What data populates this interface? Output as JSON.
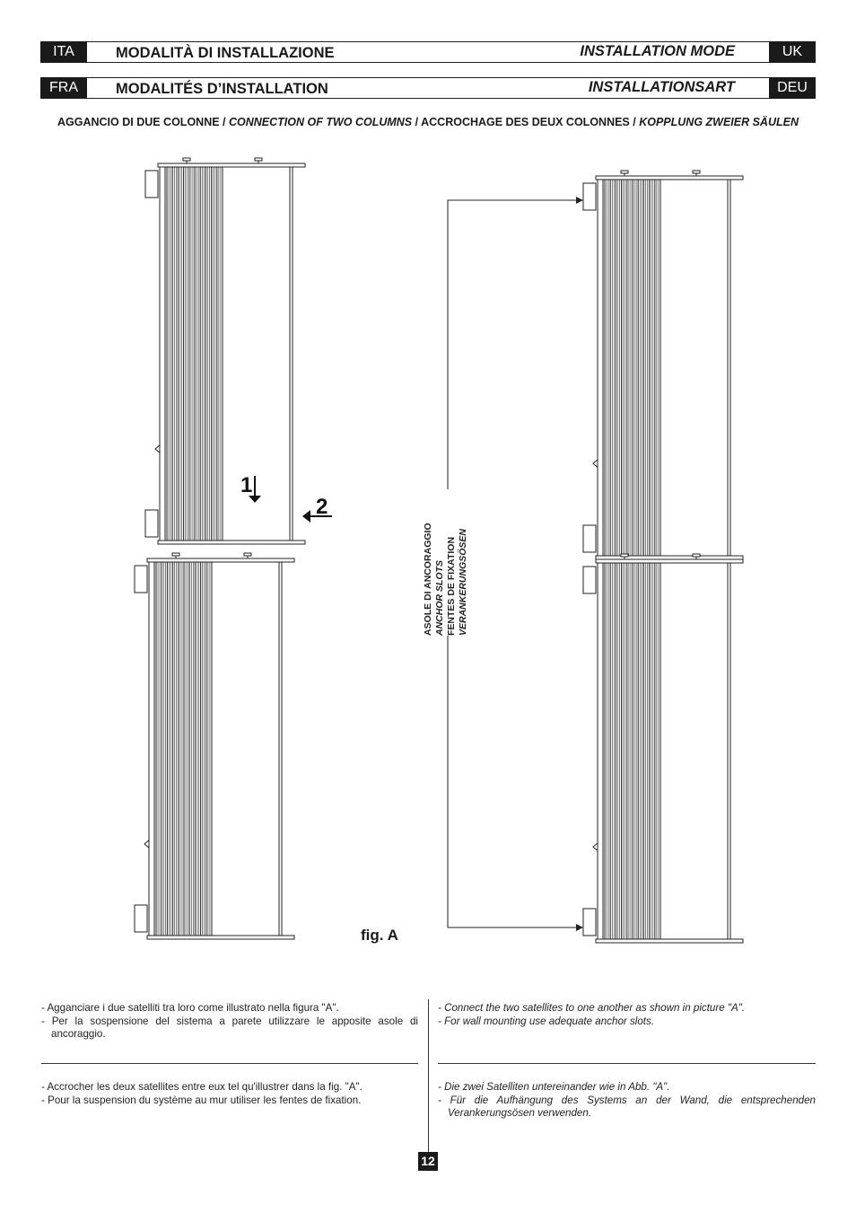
{
  "header": {
    "row1": {
      "lang_left": "ITA",
      "title_left": "MODALITÀ DI INSTALLAZIONE",
      "title_right": "INSTALLATION MODE",
      "lang_right": "UK"
    },
    "row2": {
      "lang_left": "FRA",
      "title_left": "MODALITÉS D’INSTALLATION",
      "title_right": "INSTALLATIONSART",
      "lang_right": "DEU"
    }
  },
  "subtitle": {
    "ita": "AGGANCIO DI DUE COLONNE",
    "en": "CONNECTION OF TWO COLUMNS",
    "fra": "ACCROCHAGE DES DEUX COLONNES",
    "deu": "KOPPLUNG ZWEIER SÄULEN",
    "sep": " / "
  },
  "figure": {
    "step1": "1",
    "step2": "2",
    "caption": "fig. A",
    "anchor_labels": [
      "ASOLE DI ANCORAGGIO",
      "ANCHOR SLOTS",
      "FENTES DE FIXATION",
      "VERANKERUNGSÖSEN"
    ]
  },
  "instructions": {
    "ita": [
      "Agganciare i due satelliti tra loro come illustrato nella figura \"A\".",
      "Per la sospensione del sistema a parete utilizzare le apposite asole di ancoraggio."
    ],
    "en": [
      "Connect the two satellites to one another as shown in picture \"A\".",
      "For wall mounting use adequate anchor slots."
    ],
    "fra": [
      "Accrocher les deux satellites entre eux tel qu'illustrer dans la fig. \"A\".",
      "Pour la suspension du système au mur utiliser les fentes de fixation."
    ],
    "deu": [
      "Die zwei Satelliten untereinander wie in Abb. \"A\".",
      "Für die Aufhängung des Systems an der Wand, die entsprechenden Verankerungsösen verwenden."
    ]
  },
  "page_number": "12"
}
